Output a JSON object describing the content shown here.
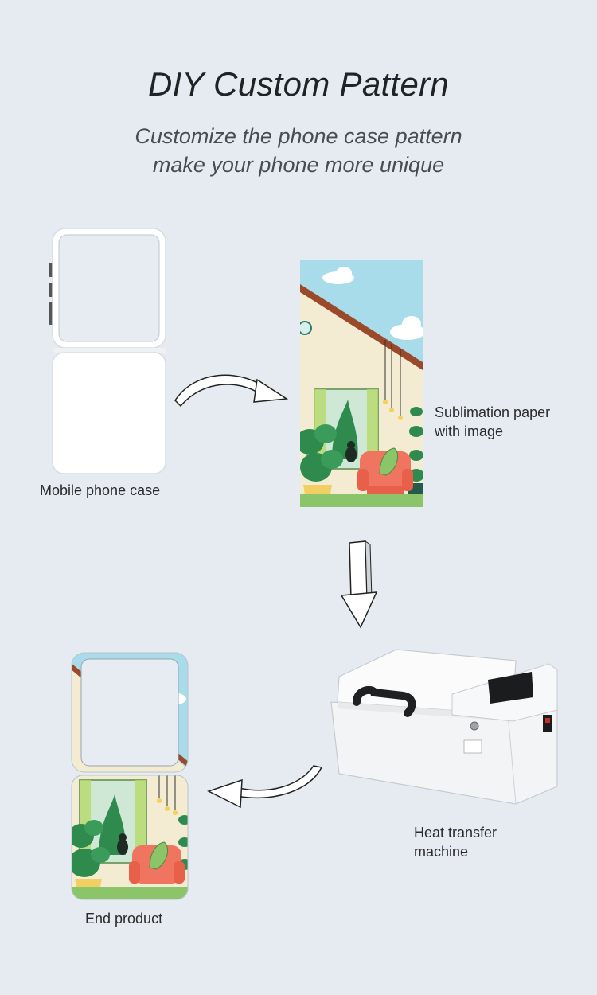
{
  "header": {
    "title": "DIY Custom Pattern",
    "subtitle_line1": "Customize the phone case pattern",
    "subtitle_line2": "make your phone more unique"
  },
  "steps": {
    "phone_case_label": "Mobile phone case",
    "paper_label_line1": "Sublimation paper",
    "paper_label_line2": "with image",
    "machine_label_line1": "Heat transfer",
    "machine_label_line2": "machine",
    "end_product_label": "End product"
  },
  "colors": {
    "background": "#e5ebf1",
    "sky": "#a9dcea",
    "wall": "#f3ecd3",
    "roof": "#9a4a2b",
    "chair": "#f07560",
    "leaf": "#2f8a4e",
    "grass": "#8cc46a"
  },
  "icons": [
    "curved-arrow-icon",
    "down-arrow-icon",
    "curved-arrow-left-icon"
  ]
}
